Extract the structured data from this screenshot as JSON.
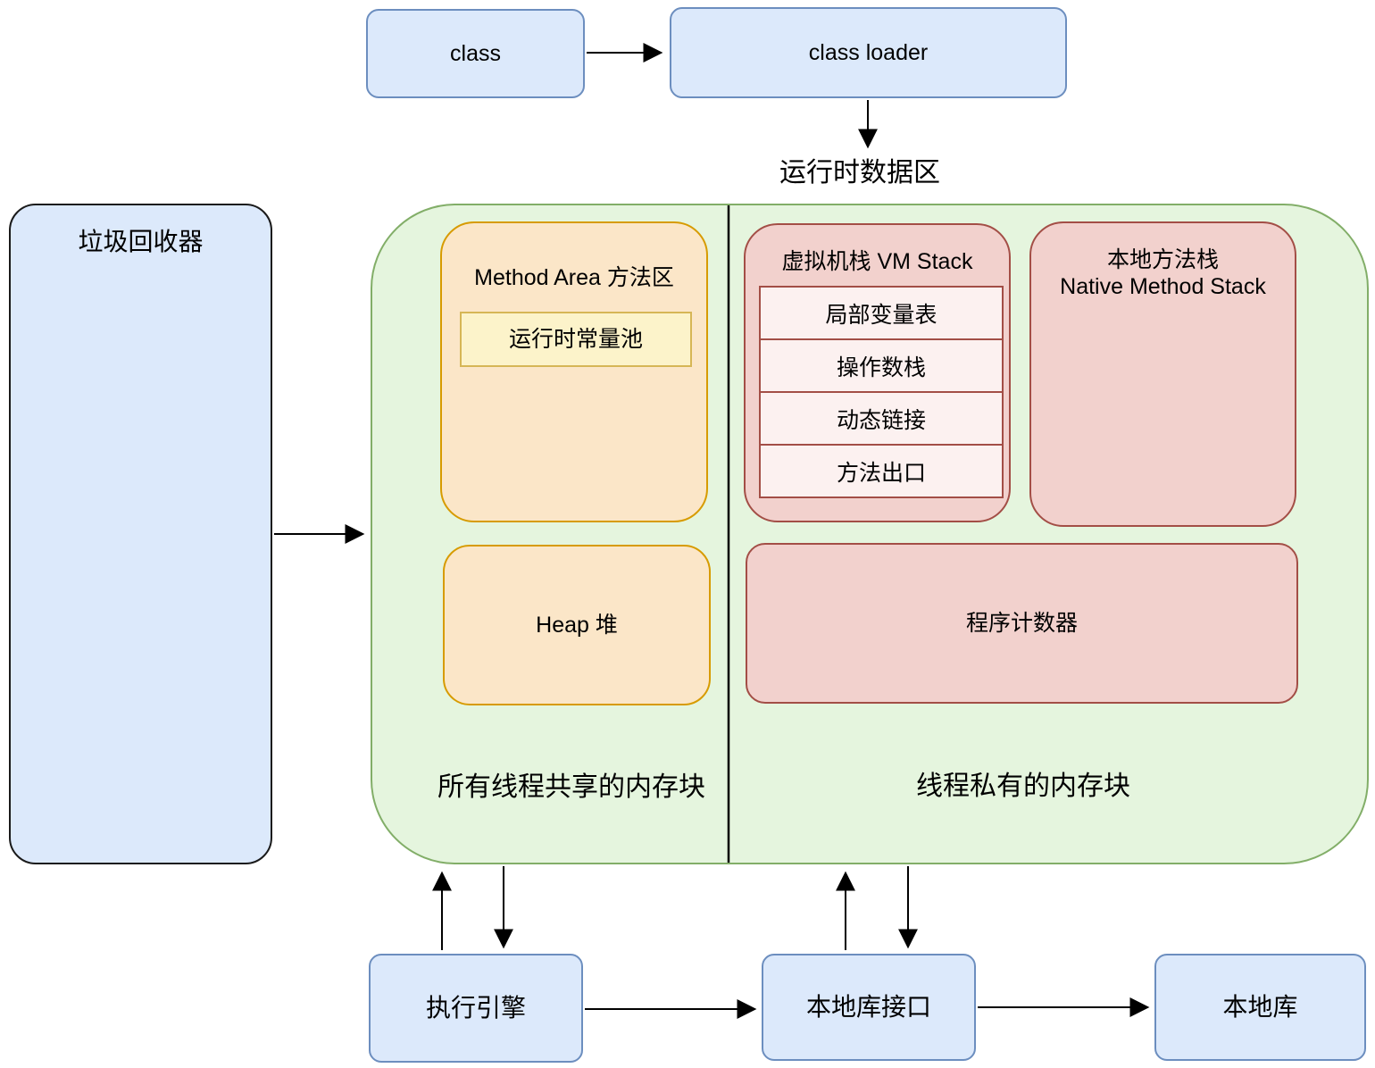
{
  "top_flow": {
    "class": "class",
    "class_loader": "class loader",
    "runtime_data_area": "运行时数据区"
  },
  "garbage_collector": {
    "label": "垃圾回收器"
  },
  "runtime_area": {
    "shared": {
      "method_area": {
        "title": "Method Area 方法区",
        "constant_pool": "运行时常量池"
      },
      "heap": "Heap 堆",
      "caption": "所有线程共享的内存块"
    },
    "private": {
      "vm_stack": {
        "title": "虚拟机栈 VM Stack",
        "rows": [
          "局部变量表",
          "操作数栈",
          "动态链接",
          "方法出口"
        ]
      },
      "native_method_stack": {
        "line1": "本地方法栈",
        "line2": "Native Method Stack"
      },
      "program_counter": "程序计数器",
      "caption": "线程私有的内存块"
    }
  },
  "bottom_flow": {
    "execution_engine": "执行引擎",
    "native_interface": "本地库接口",
    "native_library": "本地库"
  },
  "colors": {
    "blue_fill": "#DCE9FB",
    "blue_border": "#6C8EBF",
    "green_fill": "#E5F5DE",
    "green_border": "#82AE68",
    "orange_fill": "#FBE6C8",
    "orange_border": "#D79B00",
    "yellow_fill": "#FCF3CA",
    "yellow_border": "#D6B656",
    "red_fill": "#F2D1CD",
    "red_border": "#A34E46",
    "red_row_fill": "#FCF1F0",
    "arrow": "#000000"
  }
}
